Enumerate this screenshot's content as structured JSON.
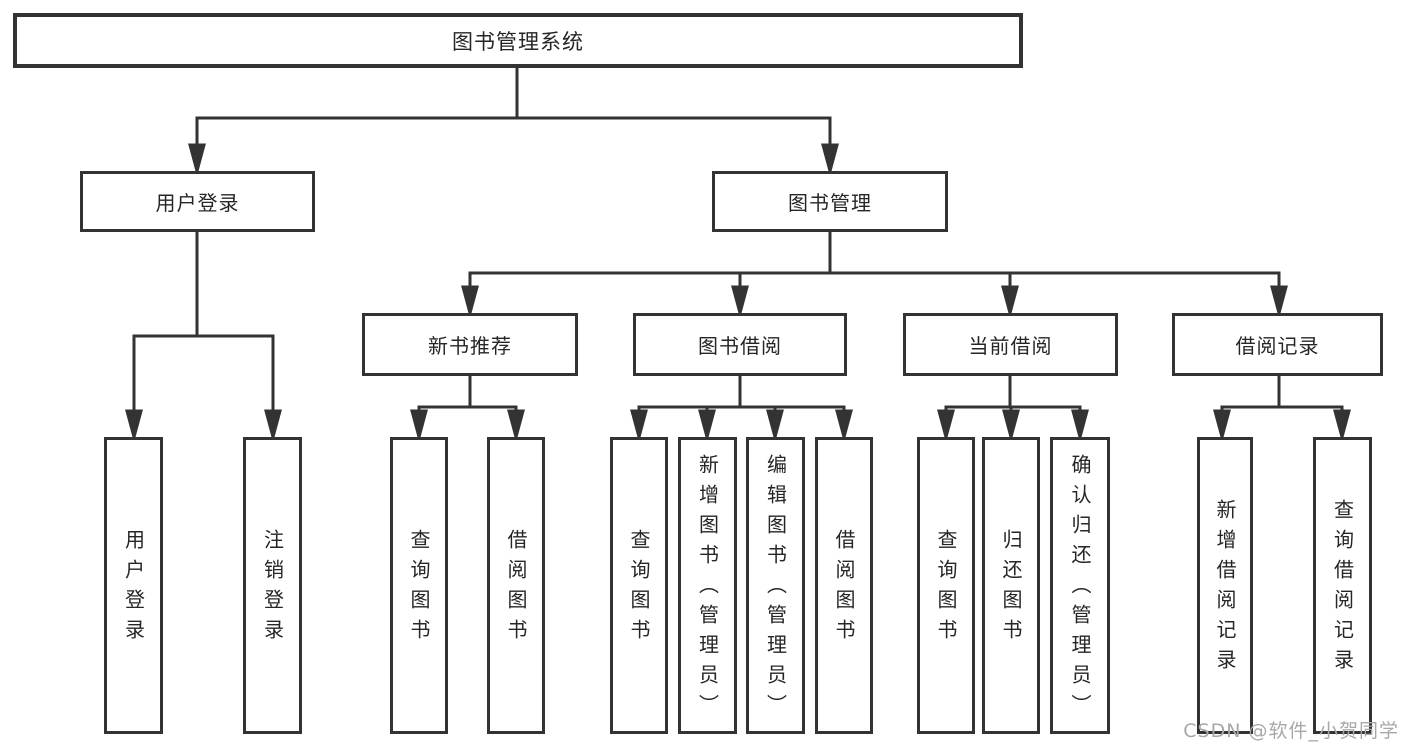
{
  "diagram": {
    "tree": {
      "label": "图书管理系统",
      "children": [
        {
          "label": "用户登录",
          "children": [
            {
              "label": "用户登录"
            },
            {
              "label": "注销登录"
            }
          ]
        },
        {
          "label": "图书管理",
          "children": [
            {
              "label": "新书推荐",
              "children": [
                {
                  "label": "查询图书"
                },
                {
                  "label": "借阅图书"
                }
              ]
            },
            {
              "label": "图书借阅",
              "children": [
                {
                  "label": "查询图书"
                },
                {
                  "label": "新增图书（管理员）"
                },
                {
                  "label": "编辑图书（管理员）"
                },
                {
                  "label": "借阅图书"
                }
              ]
            },
            {
              "label": "当前借阅",
              "children": [
                {
                  "label": "查询图书"
                },
                {
                  "label": "归还图书"
                },
                {
                  "label": "确认归还（管理员）"
                }
              ]
            },
            {
              "label": "借阅记录",
              "children": [
                {
                  "label": "新增借阅记录"
                },
                {
                  "label": "查询借阅记录"
                }
              ]
            }
          ]
        }
      ]
    },
    "watermark": "CSDN @软件_小贺同学",
    "colors": {
      "line": "#333333",
      "box_border": "#333333",
      "text": "#262626",
      "background": "#ffffff",
      "watermark": "#a8a8aa"
    }
  }
}
